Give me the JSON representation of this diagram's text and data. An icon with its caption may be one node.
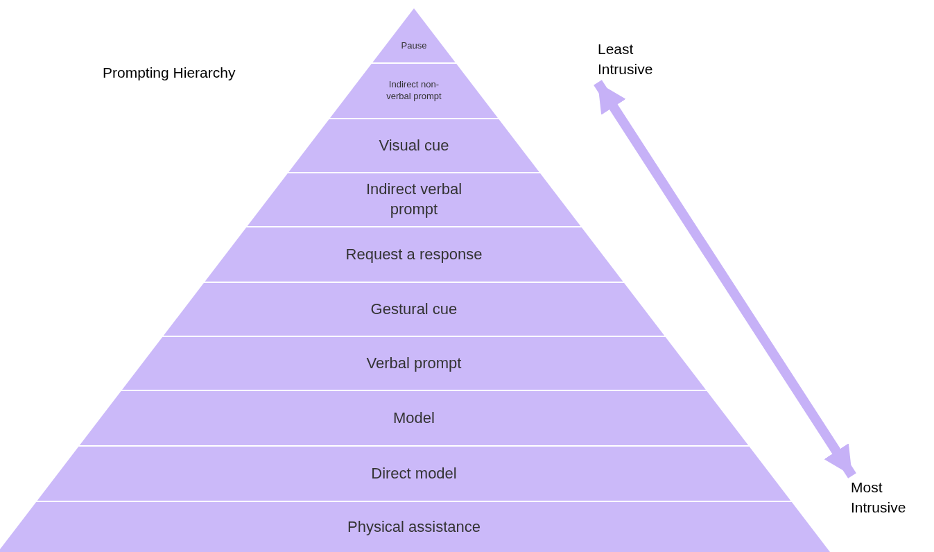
{
  "diagram": {
    "title": "Prompting Hierarchy",
    "nodes": [
      {
        "text": [
          "Pause"
        ]
      },
      {
        "text": [
          "Indirect non-verbal prompt"
        ]
      },
      {
        "text": [
          "Visual cue"
        ]
      },
      {
        "text": [
          "Indirect verbal prompt"
        ]
      },
      {
        "text": [
          "Request a response"
        ]
      },
      {
        "text": [
          "Gestural cue"
        ]
      },
      {
        "text": [
          "Verbal prompt"
        ]
      },
      {
        "text": [
          "Model"
        ]
      },
      {
        "text": [
          "Direct model"
        ]
      },
      {
        "text": [
          "Physical assistance"
        ]
      },
      {
        "text": [
          "Least Intrusive"
        ]
      },
      {
        "text": [
          "Most Intrusive"
        ]
      }
    ],
    "edges": [
      {
        "from": 10,
        "to": 11,
        "arrow": "both"
      }
    ]
  }
}
